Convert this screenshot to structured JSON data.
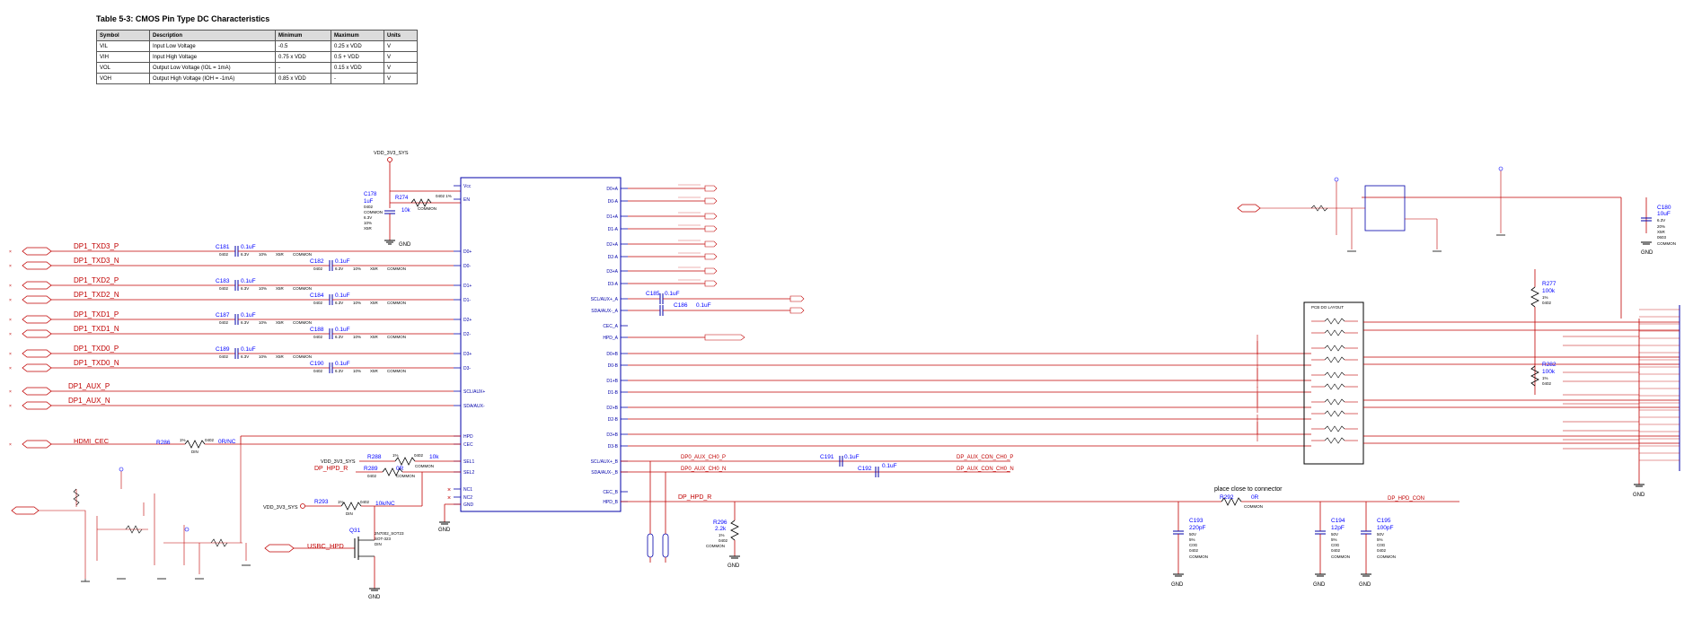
{
  "table": {
    "title": "Table 5-3: CMOS Pin Type DC Characteristics",
    "headers": [
      "Symbol",
      "Description",
      "Minimum",
      "Maximum",
      "Units"
    ],
    "rows": [
      [
        "VIL",
        "Input Low Voltage",
        "-0.5",
        "0.25 x VDD",
        "V"
      ],
      [
        "VIH",
        "Input High Voltage",
        "0.75 x VDD",
        "0.5 + VDD",
        "V"
      ],
      [
        "VOL",
        "Output Low Voltage (IOL = 1mA)",
        "-",
        "0.15 x VDD",
        "V"
      ],
      [
        "VOH",
        "Output High Voltage (IOH = -1mA)",
        "0.85 x VDD",
        "-",
        "V"
      ]
    ]
  },
  "schematic": {
    "supply_label": "VDD_3V3_SYS",
    "gnd": "GND",
    "c178": {
      "ref": "C178",
      "val": "1uF",
      "pkg": "0402",
      "v": "6.3V",
      "tol": "10%",
      "diel": "X5R",
      "common": "COMMON"
    },
    "r274": {
      "ref": "R274",
      "val": "10k",
      "spec": "0402  1%",
      "common": "COMMON"
    },
    "ic_pins_left": [
      "Vcc",
      "EN",
      "D0+",
      "D0-",
      "D1+",
      "D1-",
      "D2+",
      "D2-",
      "D3+",
      "D3-",
      "SCL/AUX+",
      "SDA/AUX-",
      "HPD",
      "CEC",
      "SEL1",
      "SEL2",
      "NC1",
      "NC2",
      "GND"
    ],
    "ic_pins_right_a": [
      "D0+A",
      "D0-A",
      "D1+A",
      "D1-A",
      "D2+A",
      "D2-A",
      "D3+A",
      "D3-A",
      "SCL/AUX+_A",
      "SDA/AUX-_A",
      "CEC_A",
      "HPD_A"
    ],
    "ic_pins_right_b": [
      "D0+B",
      "D0-B",
      "D1+B",
      "D1-B",
      "D2+B",
      "D2-B",
      "D3+B",
      "D3-B",
      "SCL/AUX+_B",
      "SDA/AUX-_B",
      "CEC_B",
      "HPD_B"
    ],
    "left_nets": [
      "DP1_TXD3_P",
      "DP1_TXD3_N",
      "DP1_TXD2_P",
      "DP1_TXD2_N",
      "DP1_TXD1_P",
      "DP1_TXD1_N",
      "DP1_TXD0_P",
      "DP1_TXD0_N",
      "DP1_AUX_P",
      "DP1_AUX_N"
    ],
    "hdmi_cec": "HDMI_CEC",
    "ac_caps": [
      {
        "ref": "C181",
        "val": "0.1uF"
      },
      {
        "ref": "C182",
        "val": "0.1uF"
      },
      {
        "ref": "C183",
        "val": "0.1uF"
      },
      {
        "ref": "C184",
        "val": "0.1uF"
      },
      {
        "ref": "C187",
        "val": "0.1uF"
      },
      {
        "ref": "C188",
        "val": "0.1uF"
      },
      {
        "ref": "C189",
        "val": "0.1uF"
      },
      {
        "ref": "C190",
        "val": "0.1uF"
      }
    ],
    "cap_specs": {
      "pkg": "0402",
      "v": "6.3V",
      "tol": "10%",
      "diel": "X5R",
      "common": "COMMON"
    },
    "r286": {
      "ref": "R286",
      "spec": "1%",
      "pkg": "0402",
      "val": "0R/NC",
      "dni": "DIN"
    },
    "r288": {
      "ref": "R288",
      "spec": "1%",
      "pkg": "0402",
      "val": "10k",
      "common": "COMMON"
    },
    "r289": {
      "ref": "R289",
      "val": "0R",
      "pkg": "0402",
      "common": "COMMON"
    },
    "r293": {
      "ref": "R293",
      "spec": "1%",
      "pkg": "0402",
      "val": "10k/NC",
      "dni": "DIN"
    },
    "dp_hpd_r": "DP_HPD_R",
    "usbc_hpd": "USBC_HPD",
    "q31": {
      "ref": "Q31",
      "part": "2N7002_SOT23",
      "pkg": "SOT-323",
      "dni": "DIN"
    },
    "c185": {
      "ref": "C185",
      "val": "0.1uF"
    },
    "c186": {
      "ref": "C186",
      "val": "0.1uF"
    },
    "c191": {
      "ref": "C191",
      "val": "0.1uF"
    },
    "c192": {
      "ref": "C192",
      "val": "0.1uF"
    },
    "aux_p": "DP0_AUX_CH0_P",
    "aux_n": "DP0_AUX_CH0_N",
    "dp_aux_con_p": "DP_AUX_CON_CH0_P",
    "dp_aux_con_n": "DP_AUX_CON_CH0_N",
    "dp_hpd_b": "DP_HPD_R",
    "place_note": "place close to connector",
    "r292": {
      "ref": "R292",
      "val": "0R",
      "common": "COMMON"
    },
    "dp_hpd_con": "DP_HPD_CON",
    "r296": {
      "ref": "R296",
      "val": "2.2k",
      "tol": "1%",
      "pkg": "0402",
      "common": "COMMON"
    },
    "c193": {
      "ref": "C193",
      "val": "220pF",
      "v": "50V",
      "tol": "5%",
      "diel": "C0G",
      "pkg": "0402",
      "common": "COMMON"
    },
    "c194": {
      "ref": "C194",
      "val": "12pF",
      "v": "50V",
      "tol": "5%",
      "diel": "C0G",
      "pkg": "0402",
      "common": "COMMON"
    },
    "c195": {
      "ref": "C195",
      "val": "100pF",
      "v": "50V",
      "tol": "5%",
      "diel": "C0G",
      "pkg": "0402",
      "common": "COMMON"
    },
    "c180": {
      "ref": "C180",
      "val": "10uF",
      "v": "6.3V",
      "tol": "20%",
      "diel": "X5R",
      "pkg": "0603",
      "common": "COMMON"
    },
    "r277": {
      "ref": "R277",
      "val": "100k",
      "tol": "1%",
      "pkg": "0402"
    },
    "r282": {
      "ref": "R282",
      "val": "100k",
      "tol": "1%",
      "pkg": "0402"
    },
    "pcb_box_label": "PCB DO LAYOUT"
  }
}
